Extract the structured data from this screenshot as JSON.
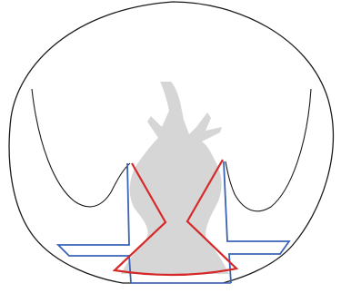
{
  "figure": {
    "kind": "anatomical line sketch",
    "background": "#ffffff",
    "colors": {
      "outline": "#1a1a1a",
      "gray_region": "#d6d6d6",
      "red_outline": "#d62828",
      "blue_outline": "#3a63b6"
    },
    "elements": [
      "outer-boundary",
      "left-interior-curve",
      "right-interior-curve",
      "gray-central-structure",
      "left-blue-frame",
      "right-blue-frame",
      "red-outline-shape"
    ]
  }
}
